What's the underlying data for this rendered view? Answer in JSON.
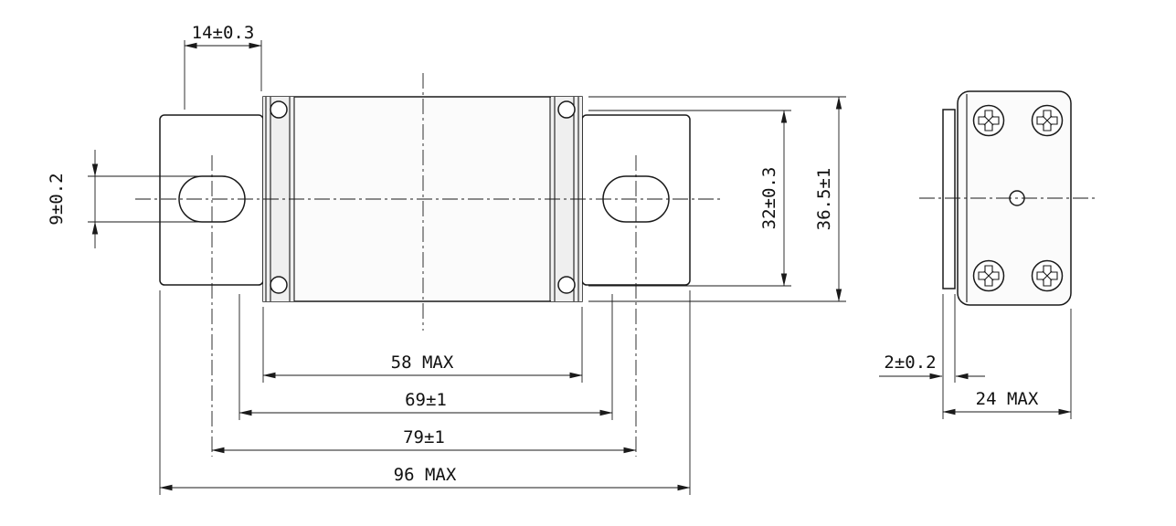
{
  "drawing": {
    "line_color": "#1a1a1a",
    "front_view": {
      "dimensions": {
        "tab_offset": "14±0.3",
        "slot_height": "9±0.2",
        "body_height": "32±0.3",
        "overall_height": "36.5±1",
        "cap_span": "58 MAX",
        "inner_span": "69±1",
        "hole_centers": "79±1",
        "overall_length": "96 MAX"
      }
    },
    "side_view": {
      "dimensions": {
        "plate_thickness": "2±0.2",
        "overall_width": "24 MAX"
      }
    }
  }
}
